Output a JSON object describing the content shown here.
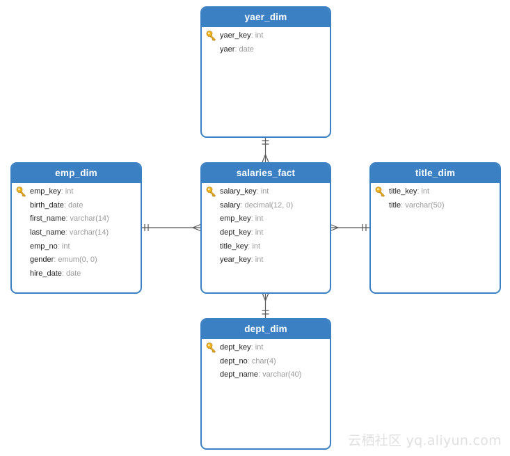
{
  "entities": {
    "yaer_dim": {
      "name": "yaer_dim",
      "fields": [
        {
          "name": "yaer_key",
          "type": ": int",
          "pk": true
        },
        {
          "name": "yaer",
          "type": ": date",
          "pk": false
        }
      ]
    },
    "emp_dim": {
      "name": "emp_dim",
      "fields": [
        {
          "name": "emp_key",
          "type": ": int",
          "pk": true
        },
        {
          "name": "birth_date",
          "type": ": date",
          "pk": false
        },
        {
          "name": "first_name",
          "type": ": varchar(14)",
          "pk": false
        },
        {
          "name": "last_name",
          "type": ": varchar(14)",
          "pk": false
        },
        {
          "name": "emp_no",
          "type": ": int",
          "pk": false
        },
        {
          "name": "gender",
          "type": ": emum(0, 0)",
          "pk": false
        },
        {
          "name": "hire_date",
          "type": ": date",
          "pk": false
        }
      ]
    },
    "salaries_fact": {
      "name": "salaries_fact",
      "fields": [
        {
          "name": "salary_key",
          "type": ": int",
          "pk": true
        },
        {
          "name": "salary",
          "type": ": decimal(12, 0)",
          "pk": false
        },
        {
          "name": "emp_key",
          "type": ": int",
          "pk": false
        },
        {
          "name": "dept_key",
          "type": ": int",
          "pk": false
        },
        {
          "name": "title_key",
          "type": ": int",
          "pk": false
        },
        {
          "name": "year_key",
          "type": ": int",
          "pk": false
        }
      ]
    },
    "title_dim": {
      "name": "title_dim",
      "fields": [
        {
          "name": "title_key",
          "type": ": int",
          "pk": true
        },
        {
          "name": "title",
          "type": ": varchar(50)",
          "pk": false
        }
      ]
    },
    "dept_dim": {
      "name": "dept_dim",
      "fields": [
        {
          "name": "dept_key",
          "type": ": int",
          "pk": true
        },
        {
          "name": "dept_no",
          "type": ": char(4)",
          "pk": false
        },
        {
          "name": "dept_name",
          "type": ": varchar(40)",
          "pk": false
        }
      ]
    }
  },
  "relationships": [
    {
      "from": "salaries_fact",
      "to": "yaer_dim",
      "from_card": "many",
      "to_card": "one"
    },
    {
      "from": "salaries_fact",
      "to": "emp_dim",
      "from_card": "many",
      "to_card": "one"
    },
    {
      "from": "salaries_fact",
      "to": "title_dim",
      "from_card": "many",
      "to_card": "one"
    },
    {
      "from": "salaries_fact",
      "to": "dept_dim",
      "from_card": "many",
      "to_card": "one"
    }
  ],
  "icons": {
    "primary_key": "key-icon"
  },
  "colors": {
    "header_bg": "#3a80c3",
    "border": "#3a80c3",
    "field_name": "#222222",
    "field_type": "#9a9a9a",
    "connector": "#555555",
    "key_icon": "#f0b323"
  },
  "watermark": "云栖社区 yq.aliyun.com"
}
